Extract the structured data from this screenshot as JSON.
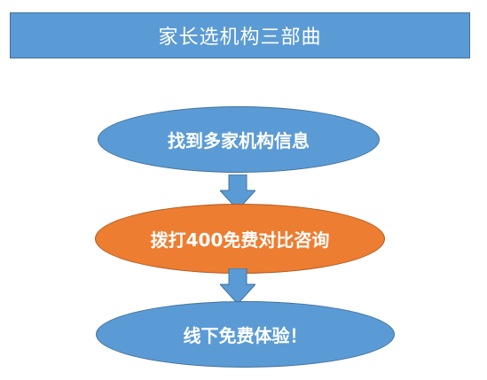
{
  "diagram": {
    "title": "家长选机构三部曲",
    "steps": [
      {
        "label": "找到多家机构信息"
      },
      {
        "label": "拨打400免费对比咨询"
      },
      {
        "label": "线下免费体验！"
      }
    ],
    "colors": {
      "blue": "#5b9bd5",
      "orange": "#ed7d31",
      "text": "#ffffff"
    }
  }
}
